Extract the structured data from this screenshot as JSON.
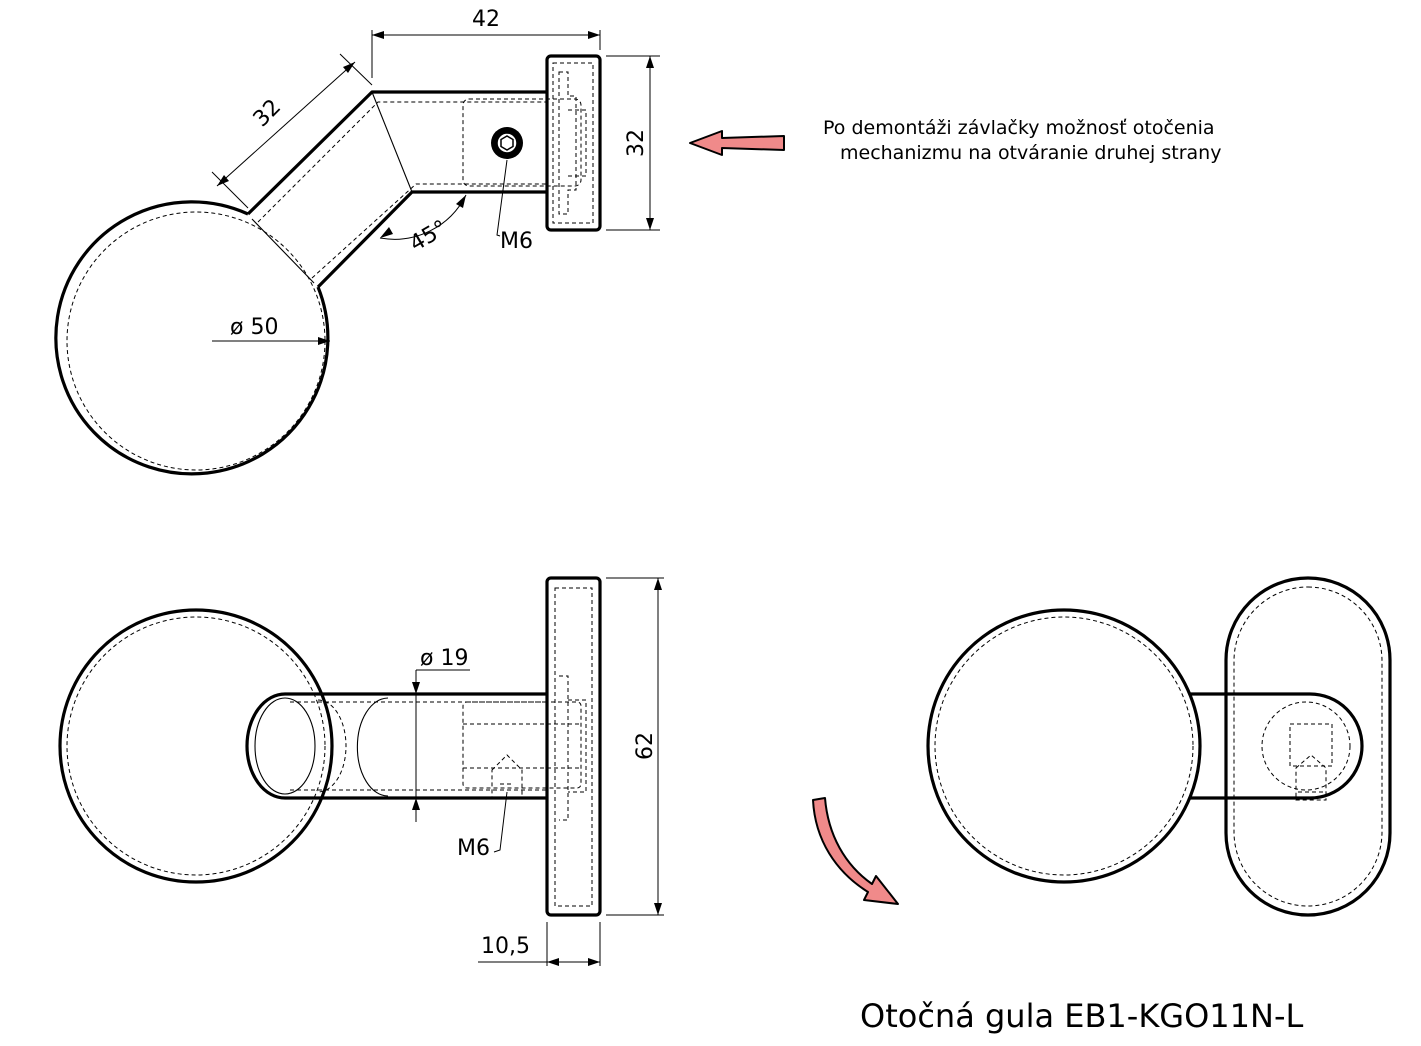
{
  "dimensions": {
    "top_length": "42",
    "arm_length": "32",
    "rosette_height_top": "32",
    "angle": "45°",
    "thread_top": "M6",
    "ball_diameter": "ø 50",
    "shaft_diameter": "ø 19",
    "rosette_height_side": "62",
    "thread_side": "M6",
    "rosette_thickness": "10,5"
  },
  "note": {
    "line1": "Po demontáži závlačky možnosť otočenia",
    "line2": "mechanizmu na otváranie druhej strany"
  },
  "title": "Otočná gula EB1-KGO11N-L",
  "colors": {
    "arrow_fill": "#f08a8a",
    "line": "#000000"
  }
}
